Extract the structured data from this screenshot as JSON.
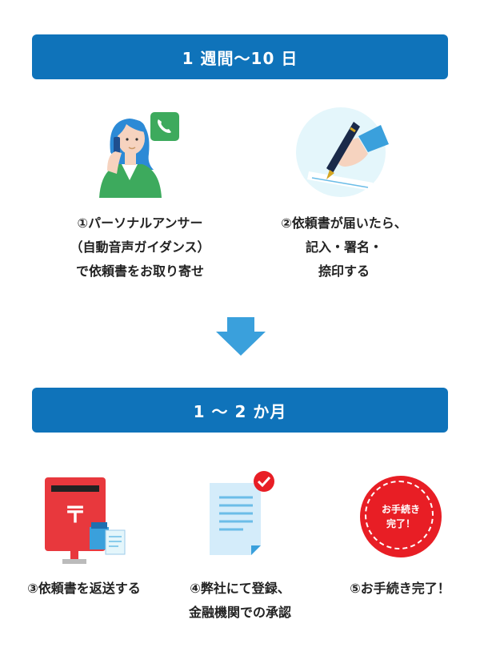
{
  "phase1": {
    "title": "1 週間〜10 日",
    "steps": [
      {
        "lines": [
          "①パーソナルアンサー",
          "（自動音声ガイダンス）",
          "で依頼書をお取り寄せ"
        ]
      },
      {
        "lines": [
          "②依頼書が届いたら、",
          "記入・署名・",
          "捺印する"
        ]
      }
    ]
  },
  "phase2": {
    "title": "1 〜 2 か月",
    "steps": [
      {
        "lines": [
          "③依頼書を返送する"
        ]
      },
      {
        "lines": [
          "④弊社にて登録、",
          "金融機関での承認"
        ]
      },
      {
        "lines": [
          "⑤お手続き完了！"
        ]
      }
    ]
  },
  "badge": {
    "lines": [
      "お手続き",
      "完了！"
    ]
  },
  "colors": {
    "banner": "#0f73ba",
    "arrow": "#3aa0dc",
    "phone": "#3daa5d",
    "postbox": "#e8383d",
    "badge": "#e81e25"
  },
  "icons": [
    "phone-icon",
    "pen-icon",
    "down-arrow-icon",
    "postbox-icon",
    "document-icon",
    "check-icon"
  ]
}
